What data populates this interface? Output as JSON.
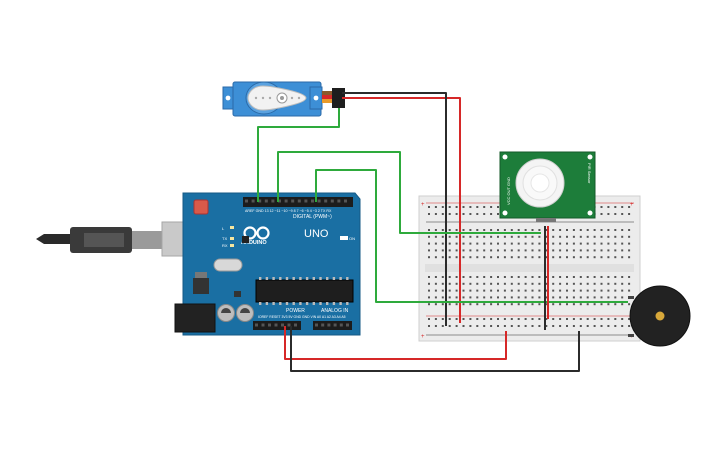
{
  "arduino": {
    "brand_name": "UNO",
    "brand_logo_text": "ARDUINO",
    "digital_header_label": "DIGITAL (PWM~)",
    "analog_header_label": "ANALOG IN",
    "power_label": "POWER",
    "pin_labels_digital": [
      "AREF",
      "GND",
      "13",
      "12",
      "~11",
      "~10",
      "~9",
      "8",
      "7",
      "~6",
      "~5",
      "4",
      "~3",
      "2",
      "TX→1",
      "RX←0"
    ],
    "pin_labels_power": [
      "IOREF",
      "RESET",
      "3.3V",
      "5V",
      "GND",
      "GND",
      "Vin"
    ],
    "pin_labels_analog": [
      "A0",
      "A1",
      "A2",
      "A3",
      "A4",
      "A5"
    ],
    "led_labels": [
      "L",
      "TX",
      "RX",
      "ON"
    ]
  },
  "pir_sensor": {
    "left_label": "VCC OUT GND",
    "right_label": "PIR Sensor"
  },
  "colors": {
    "wire_green": "#2eaa3c",
    "wire_red": "#d62828",
    "wire_black": "#2b2b2b",
    "arduino_blue": "#1a6fa3",
    "servo_blue": "#3d8fd6",
    "pir_green": "#1d7d3a",
    "breadboard": "#ececec"
  },
  "components": [
    "usb-cable",
    "arduino-uno",
    "servo-motor",
    "pir-sensor",
    "breadboard",
    "piezo-buzzer"
  ]
}
